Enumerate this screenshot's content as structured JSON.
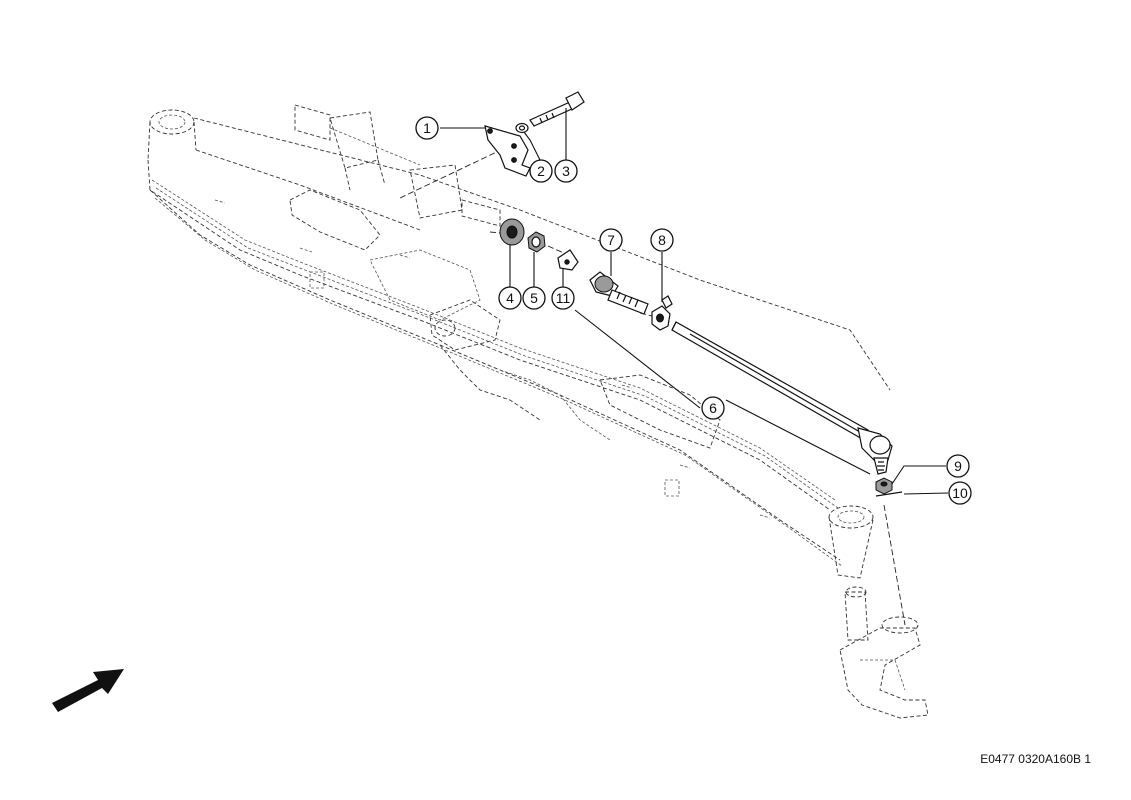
{
  "callouts": [
    {
      "id": "1",
      "label": "1"
    },
    {
      "id": "2",
      "label": "2"
    },
    {
      "id": "3",
      "label": "3"
    },
    {
      "id": "4",
      "label": "4"
    },
    {
      "id": "5",
      "label": "5"
    },
    {
      "id": "6",
      "label": "6"
    },
    {
      "id": "7",
      "label": "7"
    },
    {
      "id": "8",
      "label": "8"
    },
    {
      "id": "9",
      "label": "9"
    },
    {
      "id": "10",
      "label": "10"
    },
    {
      "id": "11",
      "label": "11"
    }
  ],
  "reference_code": "E0477 0320A160B 1",
  "icons": {
    "direction": "direction-arrow-icon"
  },
  "colors": {
    "line": "#111111",
    "ghost": "#333333",
    "background": "#ffffff"
  }
}
